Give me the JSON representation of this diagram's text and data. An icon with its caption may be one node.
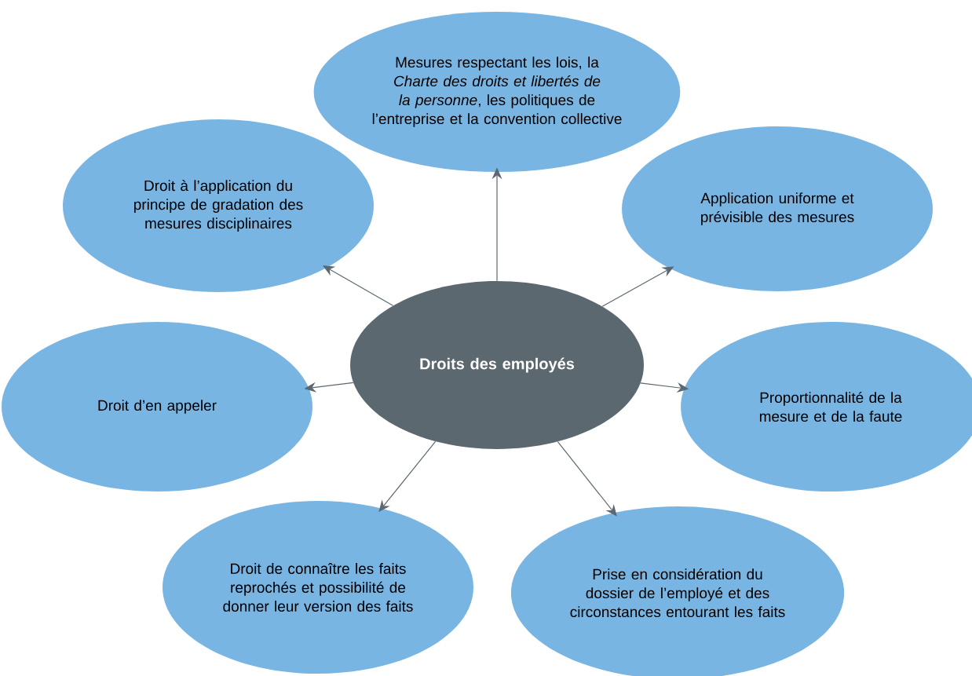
{
  "diagram": {
    "nodes": [
      {
        "text": [
          "Droits des employés"
        ]
      },
      {
        "text": [
          "Mesures respectant les lois, la *Charte des droits et libertés de la personne*, les politiques de l’entreprise et la convention collective"
        ]
      },
      {
        "text": [
          "Droit à l’application du principe de gradation des mesures disciplinaires"
        ]
      },
      {
        "text": [
          "Application uniforme et prévisible des mesures"
        ]
      },
      {
        "text": [
          "Droit d’en appeler"
        ]
      },
      {
        "text": [
          "Proportionnalité de la mesure et de la faute"
        ]
      },
      {
        "text": [
          "Droit de connaître les faits reprochés et possibilité de donner leur version des faits"
        ]
      },
      {
        "text": [
          "Prise en considération du dossier de l’employé et des circonstances entourant les faits"
        ]
      }
    ],
    "edges": [
      {
        "from": 0,
        "to": 1,
        "arrow": "to"
      },
      {
        "from": 0,
        "to": 2,
        "arrow": "to"
      },
      {
        "from": 0,
        "to": 3,
        "arrow": "to"
      },
      {
        "from": 0,
        "to": 4,
        "arrow": "to"
      },
      {
        "from": 0,
        "to": 5,
        "arrow": "to"
      },
      {
        "from": 0,
        "to": 6,
        "arrow": "to"
      },
      {
        "from": 0,
        "to": 7,
        "arrow": "to"
      }
    ]
  }
}
